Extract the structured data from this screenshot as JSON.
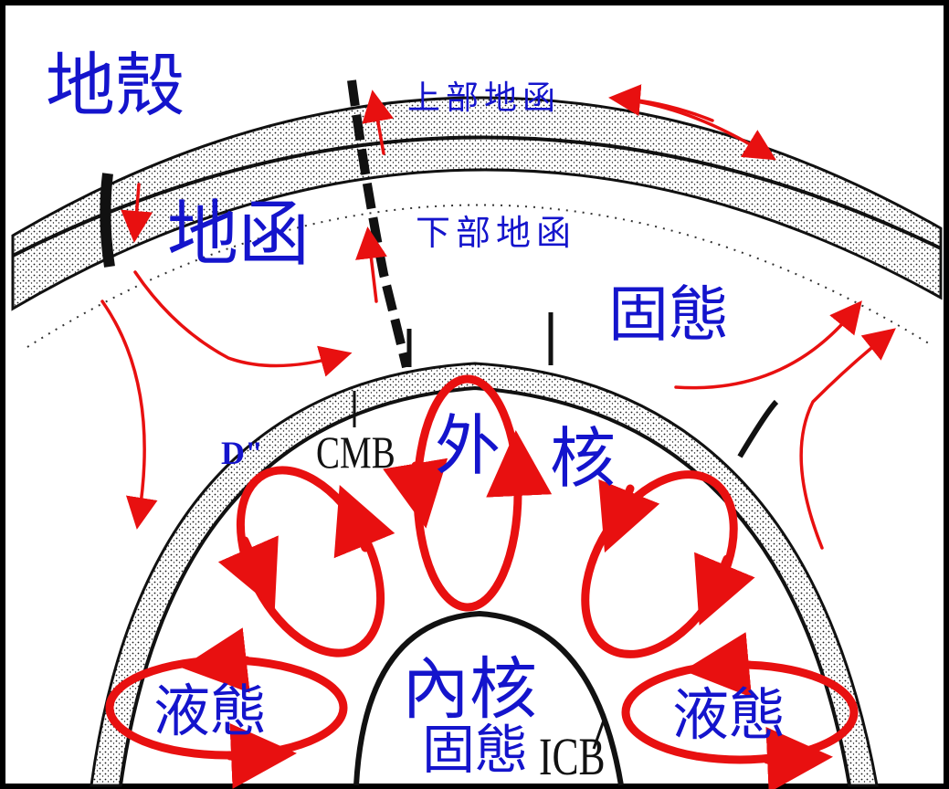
{
  "labels": {
    "crust": "地殼",
    "mantle": "地函",
    "upper_mantle": "上部地函",
    "lower_mantle": "下部地函",
    "mantle_state": "固態",
    "d_double_prime": "D\"",
    "cmb": "CMB",
    "outer_core_left": "外",
    "outer_core_right": "核",
    "inner_core": "內核",
    "inner_core_state": "固態",
    "icb": "ICB",
    "liquid_left": "液態",
    "liquid_right": "液態"
  },
  "colors": {
    "label_blue": "#1414cc",
    "label_black": "#111111",
    "arrow_red": "#e81010",
    "shell_stipple": "#1a1a1a",
    "frame": "#000000"
  }
}
